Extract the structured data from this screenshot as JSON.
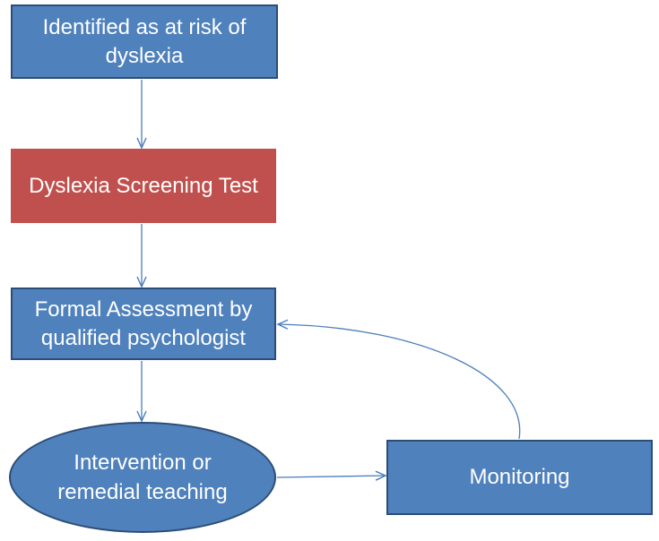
{
  "diagram": {
    "nodes": [
      {
        "id": "identified",
        "label": "Identified as at risk of dyslexia",
        "shape": "rectangle",
        "color": "#4f81bd"
      },
      {
        "id": "screening",
        "label": "Dyslexia Screening Test",
        "shape": "rectangle",
        "color": "#c0504d"
      },
      {
        "id": "formal",
        "label": "Formal Assessment by qualified psychologist",
        "shape": "rectangle",
        "color": "#4f81bd"
      },
      {
        "id": "intervention",
        "label": "Intervention or remedial teaching",
        "shape": "ellipse",
        "color": "#4f81bd"
      },
      {
        "id": "monitoring",
        "label": "Monitoring",
        "shape": "rectangle",
        "color": "#4f81bd"
      }
    ],
    "edges": [
      {
        "from": "identified",
        "to": "screening"
      },
      {
        "from": "screening",
        "to": "formal"
      },
      {
        "from": "formal",
        "to": "intervention"
      },
      {
        "from": "intervention",
        "to": "monitoring"
      },
      {
        "from": "monitoring",
        "to": "formal"
      }
    ],
    "connector_color": "#4a7ebb"
  }
}
